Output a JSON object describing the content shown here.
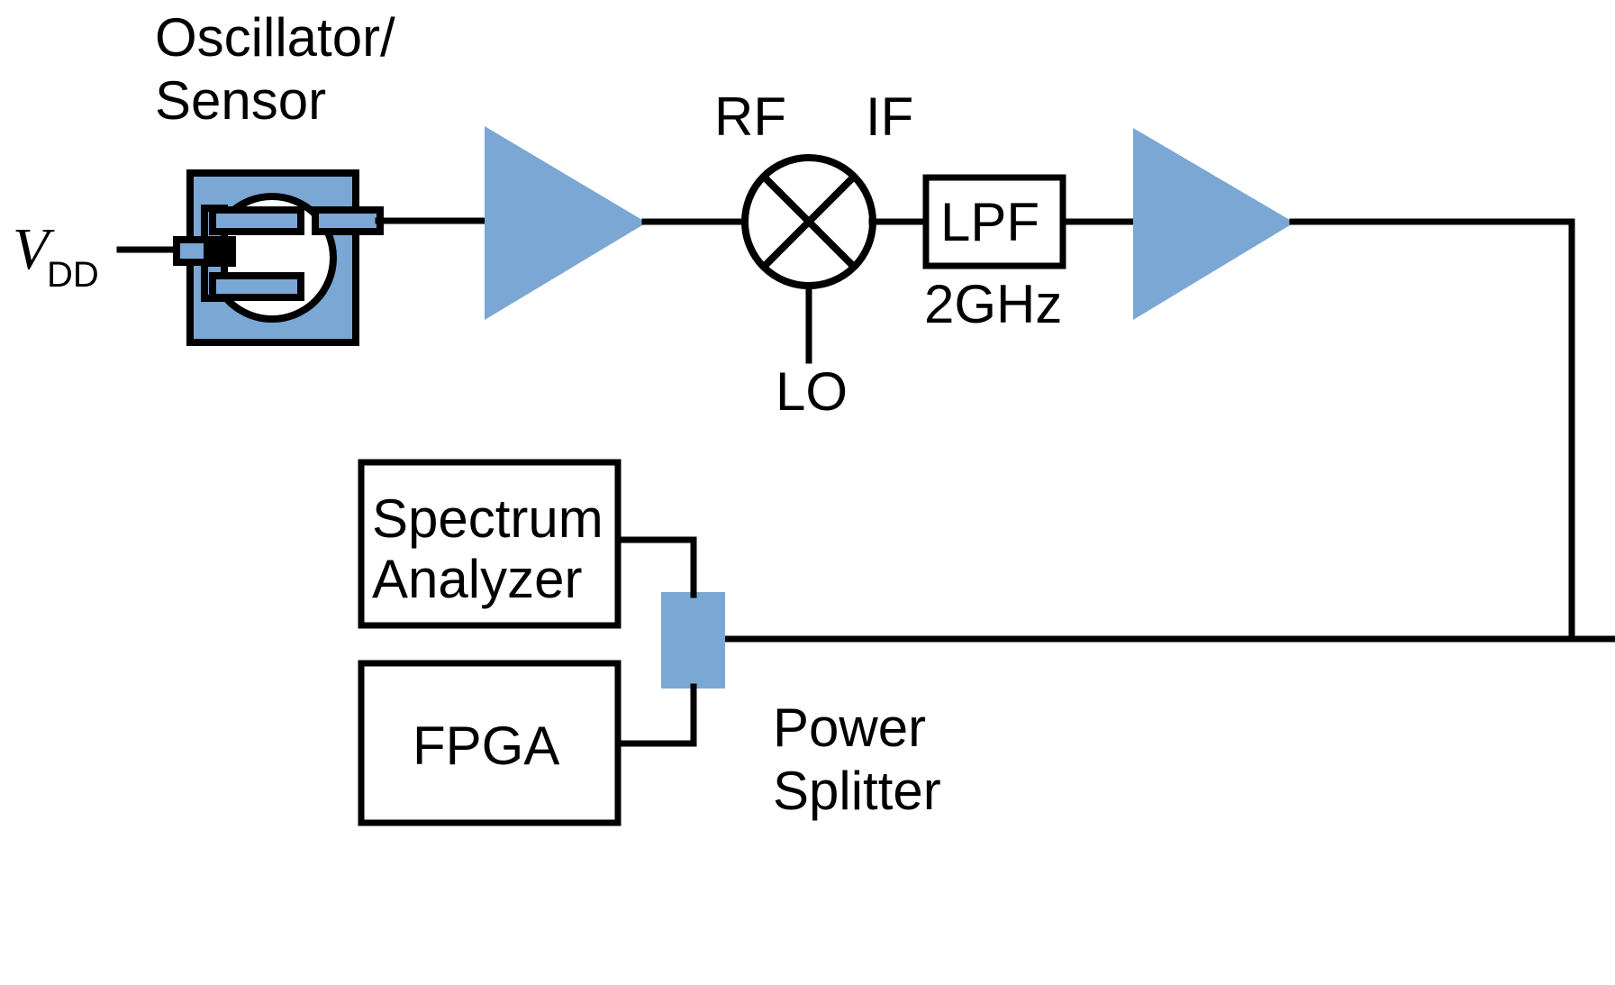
{
  "diagram": {
    "title": "RF oscillator/sensor measurement block diagram",
    "colors": {
      "accent_blue": "#7ba7d4",
      "line_black": "#000000",
      "background": "#ffffff"
    },
    "labels": {
      "oscillator_sensor_line1": "Oscillator/",
      "oscillator_sensor_line2": "Sensor",
      "vdd_main": "V",
      "vdd_sub": "DD",
      "rf": "RF",
      "if": "IF",
      "lo": "LO",
      "lpf": "LPF",
      "lpf_freq": "2GHz",
      "spectrum_analyzer_line1": "Spectrum",
      "spectrum_analyzer_line2": "Analyzer",
      "fpga": "FPGA",
      "power_splitter_line1": "Power",
      "power_splitter_line2": "Splitter"
    },
    "blocks": [
      {
        "id": "oscillator-sensor",
        "label": "Oscillator/Sensor",
        "type": "sensor-symbol"
      },
      {
        "id": "amplifier-1",
        "label": "Amplifier",
        "type": "triangle"
      },
      {
        "id": "mixer",
        "label": "Mixer",
        "type": "circle-x"
      },
      {
        "id": "lowpass-filter",
        "label": "LPF",
        "type": "rect"
      },
      {
        "id": "amplifier-2",
        "label": "Amplifier",
        "type": "triangle"
      },
      {
        "id": "power-splitter",
        "label": "Power Splitter",
        "type": "rect-blue"
      },
      {
        "id": "spectrum-analyzer",
        "label": "Spectrum Analyzer",
        "type": "rect"
      },
      {
        "id": "fpga",
        "label": "FPGA",
        "type": "rect"
      }
    ],
    "ports": [
      {
        "id": "rf-port",
        "label": "RF"
      },
      {
        "id": "if-port",
        "label": "IF"
      },
      {
        "id": "lo-port",
        "label": "LO"
      },
      {
        "id": "vdd-port",
        "label": "VDD"
      }
    ]
  }
}
